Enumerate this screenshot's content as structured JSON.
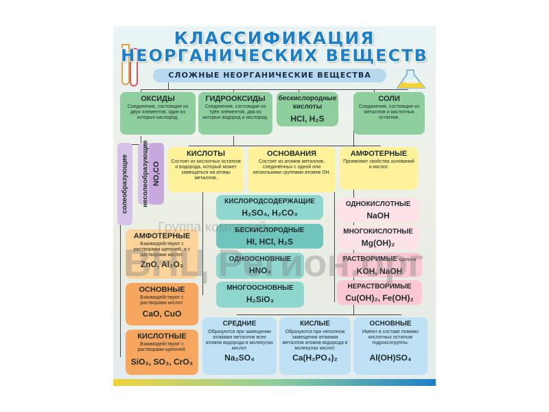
{
  "poster": {
    "title_line1": "КЛАССИФИКАЦИЯ",
    "title_line2": "НЕОРГАНИЧЕСКИХ ВЕЩЕСТВ",
    "subtitle": "СЛОЖНЫЕ НЕОРГАНИЧЕСКИЕ ВЕЩЕСТВА",
    "flask_label": "H₂O"
  },
  "top_classes": [
    {
      "title": "ОКСИДЫ",
      "desc": "Соединения, состоящие из двух элементов, один из которых кислород."
    },
    {
      "title": "ГИДРООКСИДЫ",
      "desc": "Соединения, состоящие из трёх элементов, два из которых водород и кислород."
    },
    {
      "title": "бескислородные кислоты",
      "formula": "HCl, H₂S"
    },
    {
      "title": "СОЛИ",
      "desc": "Соединения, состоящие из металлов и кислотных остатков."
    }
  ],
  "oxide_types": {
    "salt_forming": "солеобразующие",
    "non_salt_forming": "несолеобразующие",
    "non_salt_formula": "NO,CO",
    "amphoteric": {
      "title": "АМФОТЕРНЫЕ",
      "desc": "Взаимодействуют с растворами щелочей, и с растворами кислот.",
      "formula": "ZnO, Al₂O₃"
    },
    "basic": {
      "title": "ОСНОВНЫЕ",
      "desc": "Взаимодействуют с растворами кислот.",
      "formula": "CaO, CuO"
    },
    "acidic": {
      "title": "КИСЛОТНЫЕ",
      "desc": "Взаимодействуют с растворами щелочей.",
      "formula": "SiO₂, SO₃, CrO₃"
    }
  },
  "hydroxide_types": {
    "acids": {
      "title": "КИСЛОТЫ",
      "desc": "Состоят из кислотных остатков и водорода, который может замещаться на атомы металлов."
    },
    "bases": {
      "title": "ОСНОВАНИЯ",
      "desc": "Состоят из атомов металлов, соединённых с одной или несколькими группами атомов ОН."
    },
    "amphoteric": {
      "title": "АМФОТЕРНЫЕ",
      "desc": "Проявляют свойства оснований и кислот."
    }
  },
  "acid_types": [
    {
      "title": "КИСЛОРОДСОДЕРЖАЩИЕ",
      "formula": "H₂SO₄, H₂CO₃"
    },
    {
      "title": "БЕСКИСЛОРОДНЫЕ",
      "formula": "HI, HCl, H₂S"
    },
    {
      "title": "ОДНООСНОВНЫЕ",
      "formula": "HNO₃"
    },
    {
      "title": "МНОГООСНОВНЫЕ",
      "formula": "H₂SiO₃"
    }
  ],
  "base_types": [
    {
      "title": "ОДНОКИСЛОТНЫЕ",
      "formula": "NaOH"
    },
    {
      "title": "МНОГОКИСЛОТНЫЕ",
      "formula": "Mg(OH)₂"
    },
    {
      "title": "РАСТВОРИМЫЕ",
      "note": "щелочи",
      "formula": "KOH, NaOH"
    },
    {
      "title": "НЕРАСТВОРИМЫЕ",
      "formula": "Cu(OH)₂, Fe(OH)₂"
    }
  ],
  "salt_types": [
    {
      "title": "СРЕДНИЕ",
      "desc": "Образуются при замещении атомами металлов всех атомов водорода в молекулах кислот.",
      "formula": "Na₂SO₄"
    },
    {
      "title": "КИСЛЫЕ",
      "desc": "Образуются при неполном замещении атомами металлов атомов водорода в молекулах кислот.",
      "formula": "Ca(H₂PO₄)₂"
    },
    {
      "title": "ОСНОВНЫЕ",
      "desc": "Имеют в составе помимо кислотных остатков гидроксогруппы.",
      "formula": "Al(OH)SO₄"
    }
  ],
  "watermark": {
    "small": "Группа компаний",
    "large": "ВНЦ Регион.орг"
  },
  "colors": {
    "title_blue": "#1e7fc6",
    "green": "#8fcf9e",
    "yellow": "#fff29a",
    "orange": "#f6a65f",
    "teal": "#8fd6cf",
    "pink": "#f9c8d2",
    "blue": "#bfe1f5",
    "lavender": "#d6c2e6"
  }
}
